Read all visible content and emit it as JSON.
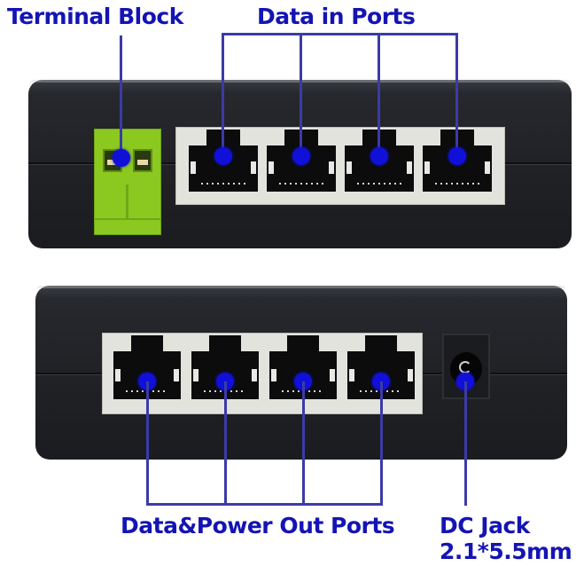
{
  "labels": {
    "terminal_block": "Terminal Block",
    "data_in_ports": "Data in Ports",
    "data_power_out_ports": "Data&Power Out Ports",
    "dc_jack_line1": "DC Jack",
    "dc_jack_line2": "2.1*5.5mm"
  },
  "top_device": {
    "view": "input side",
    "components": [
      "terminal-block",
      "rj45-port-1",
      "rj45-port-2",
      "rj45-port-3",
      "rj45-port-4"
    ],
    "rj45_port_count": 4
  },
  "bottom_device": {
    "view": "output side",
    "components": [
      "rj45-port-1",
      "rj45-port-2",
      "rj45-port-3",
      "rj45-port-4",
      "dc-jack"
    ],
    "rj45_port_count": 4
  },
  "colors": {
    "annotation": "#1414b4",
    "marker_dot": "#1010d8",
    "device_body": "#202226",
    "terminal_block": "#8bc920",
    "port_housing": "#e3e3de"
  }
}
